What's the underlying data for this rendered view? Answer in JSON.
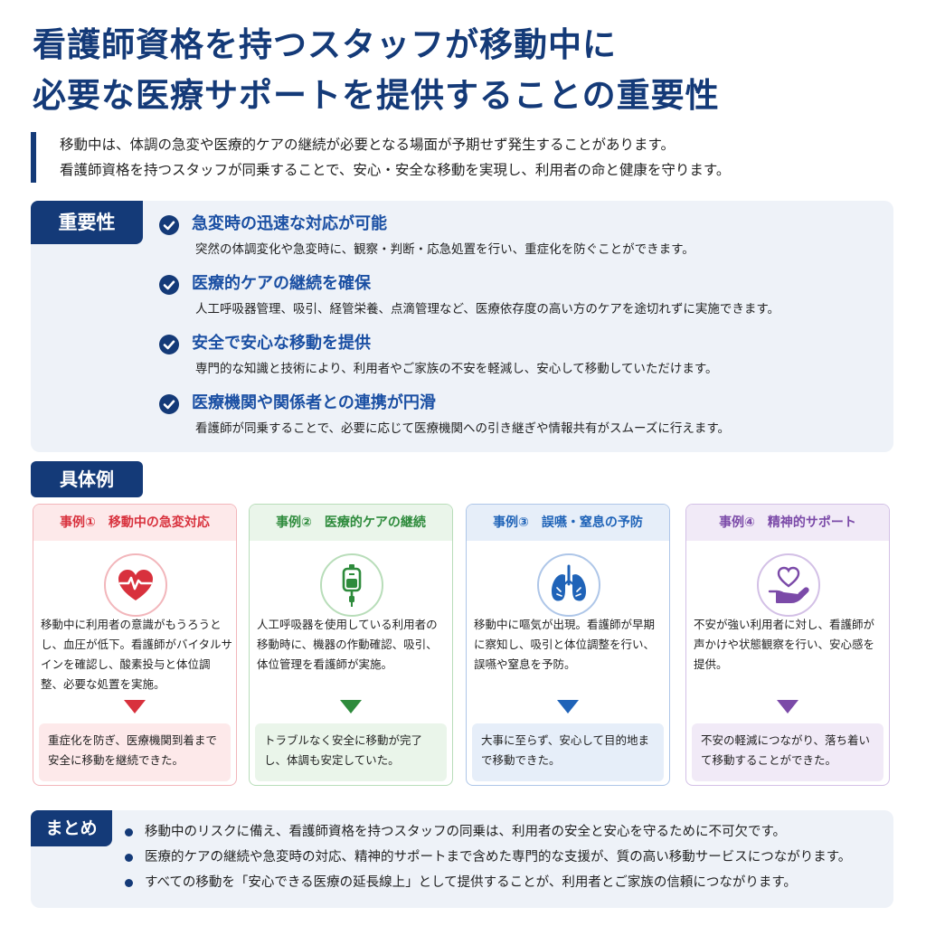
{
  "header": {
    "title_line1": "看護師資格を持つスタッフが移動中に",
    "title_line2": "必要な医療サポートを提供することの重要性"
  },
  "lead": {
    "line1": "移動中は、体調の急変や医療的ケアの継続が必要となる場面が予期せず発生することがあります。",
    "line2": "看護師資格を持つスタッフが同乗することで、安心・安全な移動を実現し、利用者の命と健康を守ります。"
  },
  "importance": {
    "tag": "重要性",
    "points": [
      {
        "title": "急変時の迅速な対応が可能",
        "text": "突然の体調変化や急変時に、観察・判断・応急処置を行い、重症化を防ぐことができます。"
      },
      {
        "title": "医療的ケアの継続を確保",
        "text": "人工呼吸器管理、吸引、経管栄養、点滴管理など、医療依存度の高い方のケアを途切れずに実施できます。"
      },
      {
        "title": "安全で安心な移動を提供",
        "text": "専門的な知識と技術により、利用者やご家族の不安を軽減し、安心して移動していただけます。"
      },
      {
        "title": "医療機関や関係者との連携が円滑",
        "text": "看護師が同乗することで、必要に応じて医療機関への引き継ぎや情報共有がスムーズに行えます。"
      }
    ]
  },
  "examples": {
    "tag": "具体例",
    "cards": [
      {
        "title": "事例①　移動中の急変対応",
        "icon": "heart-pulse-icon",
        "color": "#d8313d",
        "tint": "#fde9ea",
        "border": "#f2b6bb",
        "body": "移動中に利用者の意識がもうろうとし、血圧が低下。看護師がバイタルサインを確認し、酸素投与と体位調整、必要な処置を実施。",
        "result": "重症化を防ぎ、医療機関到着まで安全に移動を継続できた。"
      },
      {
        "title": "事例②　医療的ケアの継続",
        "icon": "iv-drip-icon",
        "color": "#2e8b3c",
        "tint": "#eaf5ea",
        "border": "#b8ddb9",
        "body": "人工呼吸器を使用している利用者の移動時に、機器の作動確認、吸引、体位管理を看護師が実施。",
        "result": "トラブルなく安全に移動が完了し、体調も安定していた。"
      },
      {
        "title": "事例③　誤嚥・窒息の予防",
        "icon": "lungs-icon",
        "color": "#1f63b8",
        "tint": "#e6eef9",
        "border": "#aec6e8",
        "body": "移動中に嘔気が出現。看護師が早期に察知し、吸引と体位調整を行い、誤嚥や窒息を予防。",
        "result": "大事に至らず、安心して目的地まで移動できた。"
      },
      {
        "title": "事例④　精神的サポート",
        "icon": "heart-hand-icon",
        "color": "#7b4aa8",
        "tint": "#f1eaf7",
        "border": "#d3c0e6",
        "body": "不安が強い利用者に対し、看護師が声かけや状態観察を行い、安心感を提供。",
        "result": "不安の軽減につながり、落ち着いて移動することができた。"
      }
    ]
  },
  "summary": {
    "tag": "まとめ",
    "items": [
      "移動中のリスクに備え、看護師資格を持つスタッフの同乗は、利用者の安全と安心を守るために不可欠です。",
      "医療的ケアの継続や急変時の対応、精神的サポートまで含めた専門的な支援が、質の高い移動サービスにつながります。",
      "すべての移動を「安心できる医療の延長線上」として提供することが、利用者とご家族の信頼につながります。"
    ]
  }
}
